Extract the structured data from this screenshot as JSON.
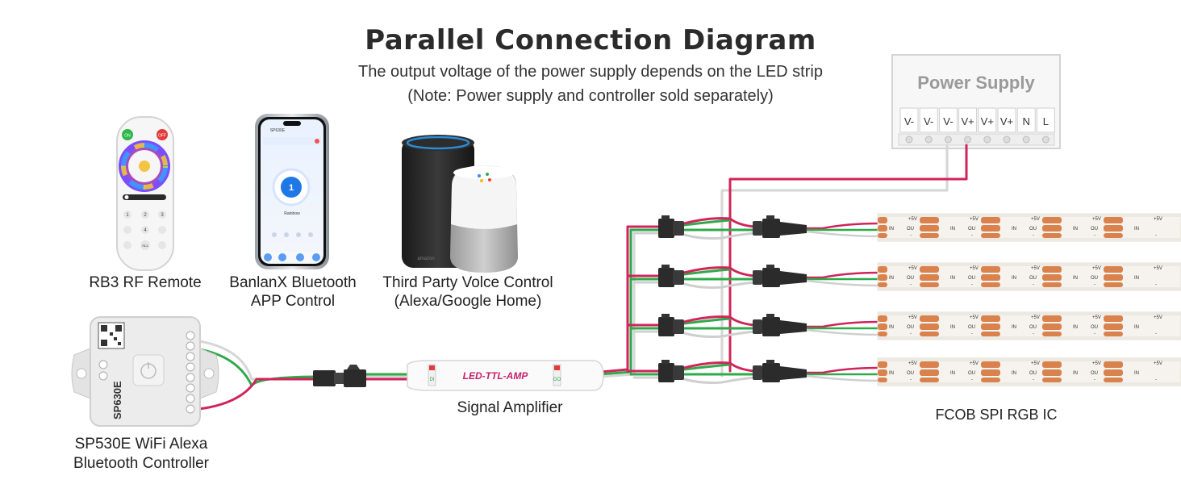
{
  "header": {
    "title": "Parallel Connection Diagram",
    "subtitle_line1": "The output voltage of the power supply depends on the LED strip",
    "subtitle_line2": "(Note: Power supply and controller sold separately)"
  },
  "devices": {
    "remote_label": "RB3 RF Remote",
    "app_label_line1": "BanlanX Bluetooth",
    "app_label_line2": "APP Control",
    "voice_label_line1": "Third Party Volce Control",
    "voice_label_line2": "(Alexa/Google Home)",
    "controller_label_line1": "SP530E WiFi Alexa",
    "controller_label_line2": "Bluetooth Controller",
    "controller_model": "SP630E",
    "remote_buttons": {
      "on": "ON",
      "off": "OFF",
      "all": "ALL",
      "n1": "1",
      "n2": "2",
      "n3": "3",
      "n4": "4"
    },
    "phone": {
      "app_name": "SP630E",
      "center_value": "1",
      "mode_name": "Rainbow"
    },
    "speaker_brand": "amazon"
  },
  "amplifier": {
    "label": "Signal Amplifier",
    "text": "LED-TTL-AMP",
    "left_pins": "DI",
    "right_pins": "DO"
  },
  "power_supply": {
    "title": "Power Supply",
    "terminals": [
      "V-",
      "V-",
      "V-",
      "V+",
      "V+",
      "V+",
      "N",
      "L"
    ]
  },
  "strip": {
    "label": "FCOB SPI RGB IC",
    "marks": {
      "plus5v": "+5V",
      "ou": "OU",
      "in": "IN",
      "minus": "-"
    },
    "rows": 4
  },
  "colors": {
    "red": "#d0245a",
    "green": "#2eaa4a",
    "white_wire": "#cfcfcf",
    "copper": "#d9824e",
    "amp_text": "#c8206e"
  }
}
